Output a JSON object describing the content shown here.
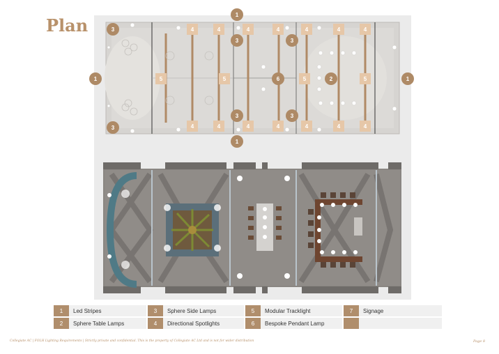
{
  "page": {
    "title": "Plan",
    "page_number": "Page 8"
  },
  "footer": {
    "text": "Collegiate AC | FOLH Lighting Requirements | Strictly private and confidential. This is the property of Collegiate AC Ltd and is not for wider distribution"
  },
  "legend": [
    {
      "num": "1",
      "label": "Led Stripes"
    },
    {
      "num": "2",
      "label": "Sphere Table Lamps"
    },
    {
      "num": "3",
      "label": "Sphere Side Lamps"
    },
    {
      "num": "4",
      "label": "Directional Spotlights"
    },
    {
      "num": "5",
      "label": "Modular Tracklight"
    },
    {
      "num": "6",
      "label": "Bespoke Pendant Lamp"
    },
    {
      "num": "7",
      "label": "Signage"
    },
    {
      "num": "",
      "label": ""
    }
  ],
  "markers": [
    "1",
    "3",
    "4",
    "5",
    "6",
    "2"
  ],
  "colors": {
    "accent": "#b8916a",
    "marker_round": "#ae8a66",
    "marker_square": "#e6c7a8"
  }
}
